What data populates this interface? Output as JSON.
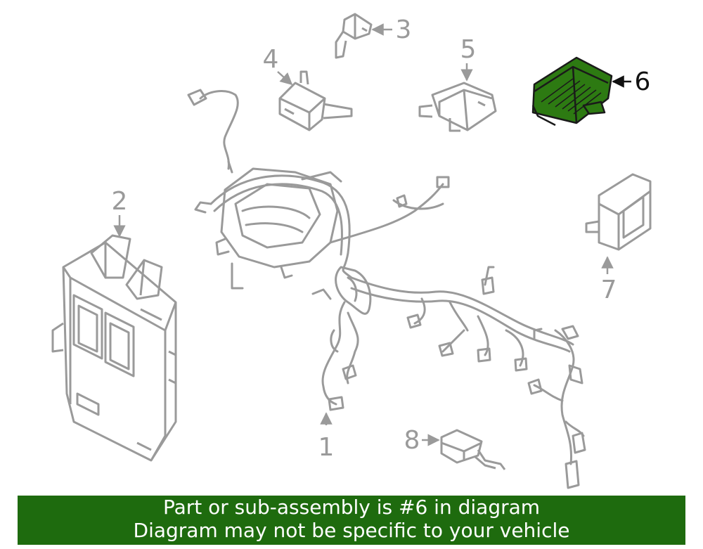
{
  "diagram": {
    "callouts": {
      "c1": "1",
      "c2": "2",
      "c3": "3",
      "c4": "4",
      "c5": "5",
      "c6": "6",
      "c7": "7",
      "c8": "8"
    },
    "highlighted_part": "6",
    "colors": {
      "line_art": "#9a9a9a",
      "highlight_fill": "#2d7a12",
      "banner_bg": "#1e6b0e",
      "banner_text": "#ffffff"
    }
  },
  "banner": {
    "line1": "Part or sub-assembly is #6 in diagram",
    "line2": "Diagram may not be specific to your vehicle"
  }
}
